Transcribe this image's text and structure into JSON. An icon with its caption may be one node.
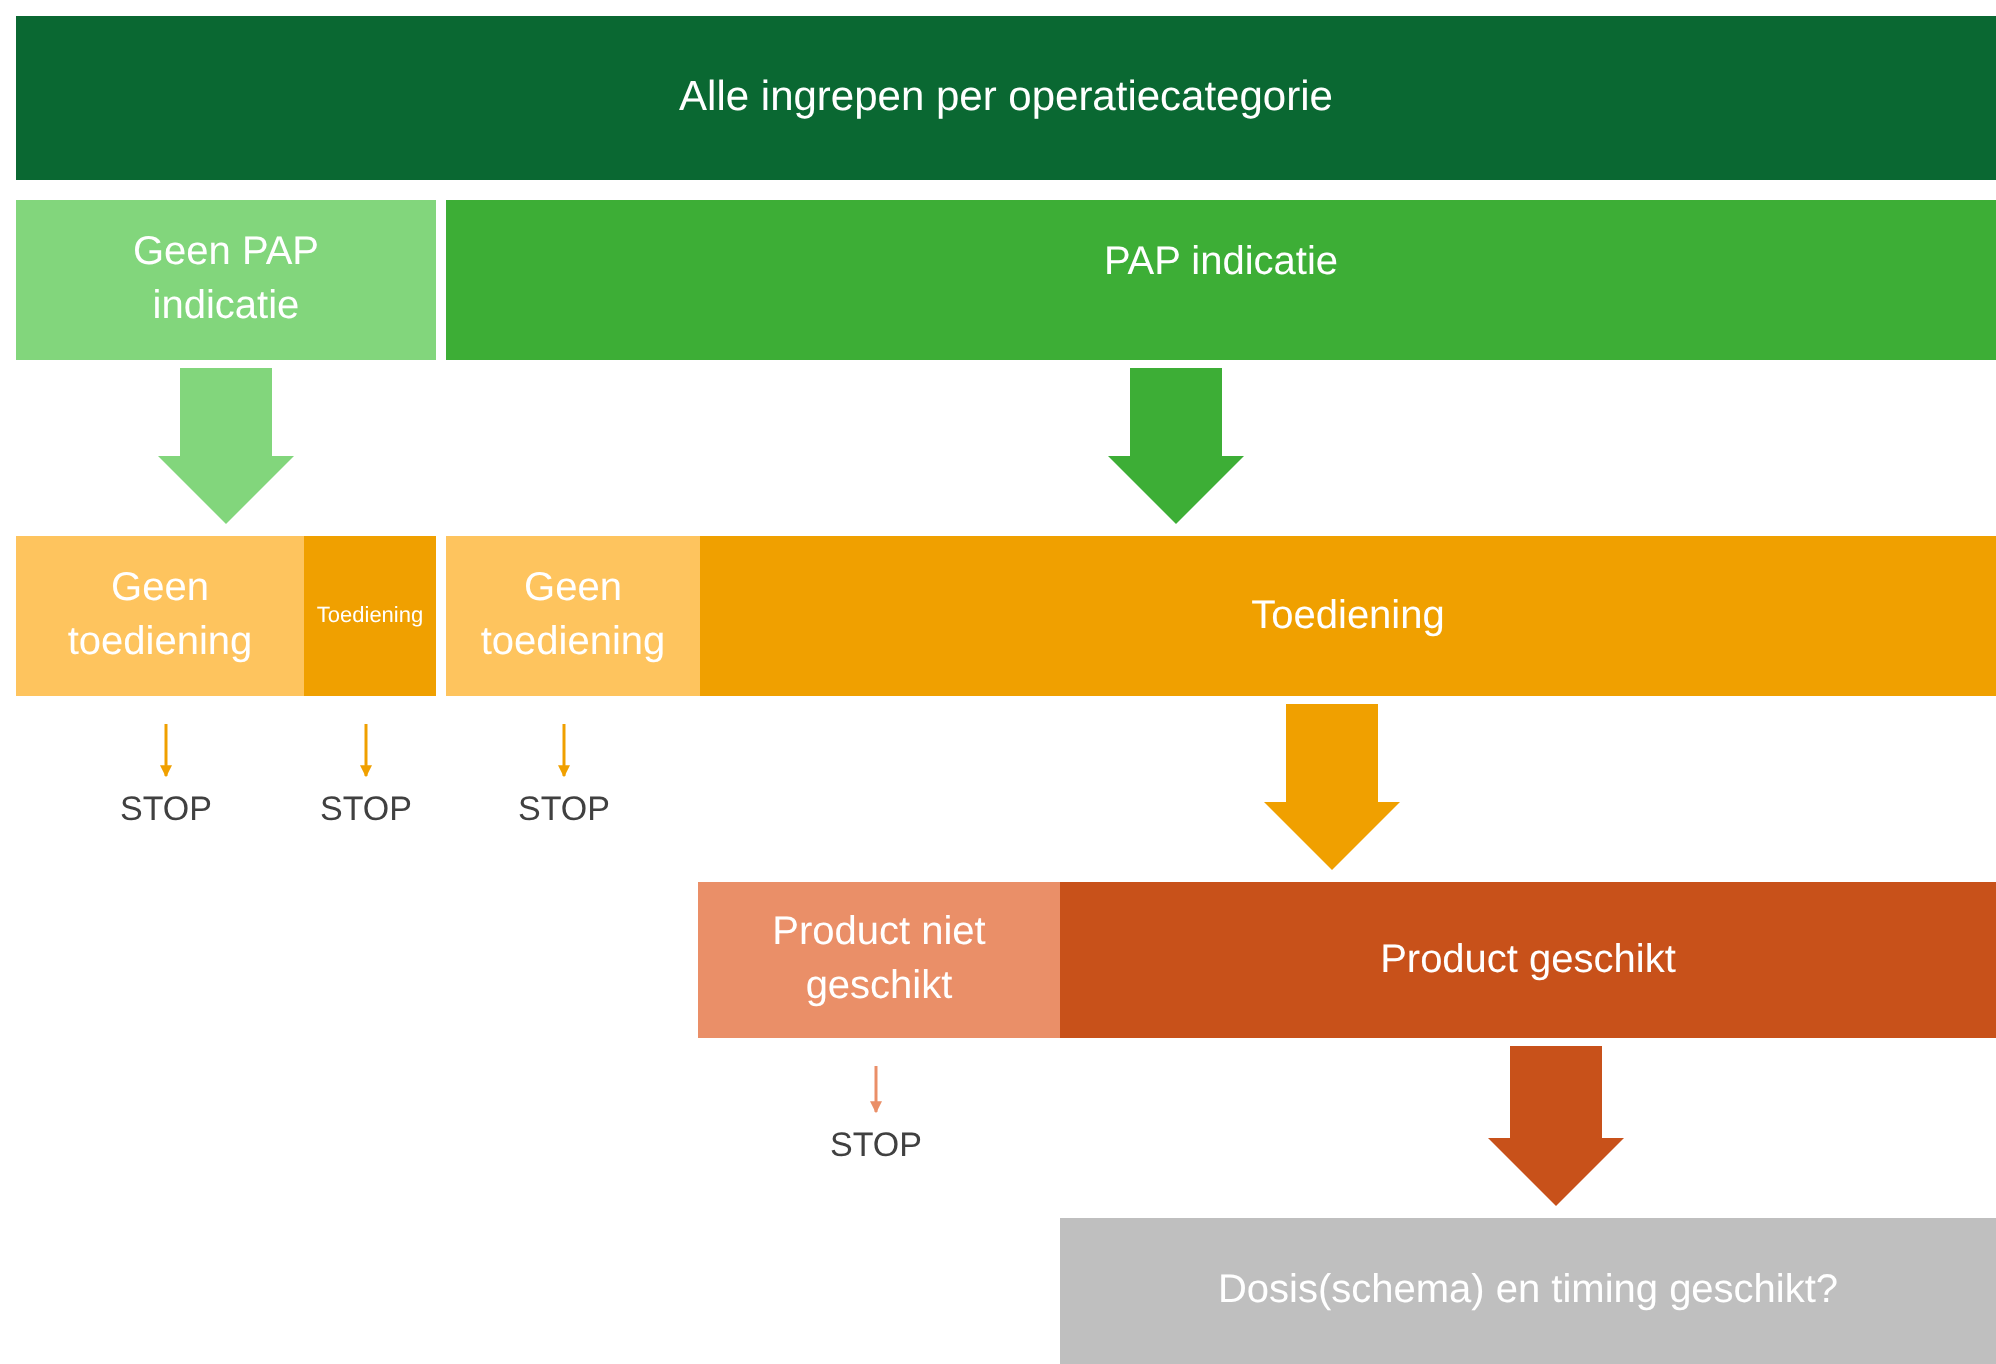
{
  "diagram": {
    "nodes": [
      {
        "text": [
          "Alle ingrepen per operatiecategorie"
        ]
      },
      {
        "text": [
          "Geen PAP indicatie"
        ]
      },
      {
        "text": [
          "PAP indicatie"
        ]
      },
      {
        "text": [
          "Geen toediening"
        ]
      },
      {
        "text": [
          "Toediening"
        ]
      },
      {
        "text": [
          "Geen toediening"
        ]
      },
      {
        "text": [
          "Toediening"
        ]
      },
      {
        "text": [
          "STOP"
        ]
      },
      {
        "text": [
          "STOP"
        ]
      },
      {
        "text": [
          "STOP"
        ]
      },
      {
        "text": [
          "Product niet geschikt"
        ]
      },
      {
        "text": [
          "Product geschikt"
        ]
      },
      {
        "text": [
          "STOP"
        ]
      },
      {
        "text": [
          "Dosis(schema) en timing geschikt?"
        ]
      }
    ],
    "edges": [
      {
        "from": 1,
        "to": 3,
        "arrow": "to",
        "style": "thick",
        "color": "#82d67c"
      },
      {
        "from": 1,
        "to": 4,
        "arrow": "to",
        "style": "thick",
        "color": "#82d67c"
      },
      {
        "from": 2,
        "to": 6,
        "arrow": "to",
        "style": "thick",
        "color": "#3dae36"
      },
      {
        "from": 6,
        "to": 11,
        "arrow": "to",
        "style": "thick",
        "color": "#f0a000"
      },
      {
        "from": 11,
        "to": 13,
        "arrow": "to",
        "style": "thick",
        "color": "#c8511a"
      },
      {
        "from": 3,
        "to": 7,
        "arrow": "to",
        "color": "#f0a000"
      },
      {
        "from": 4,
        "to": 8,
        "arrow": "to",
        "color": "#f0a000"
      },
      {
        "from": 5,
        "to": 9,
        "arrow": "to",
        "color": "#f0a000"
      },
      {
        "from": 10,
        "to": 12,
        "arrow": "to",
        "color": "#ea8f68"
      }
    ]
  }
}
